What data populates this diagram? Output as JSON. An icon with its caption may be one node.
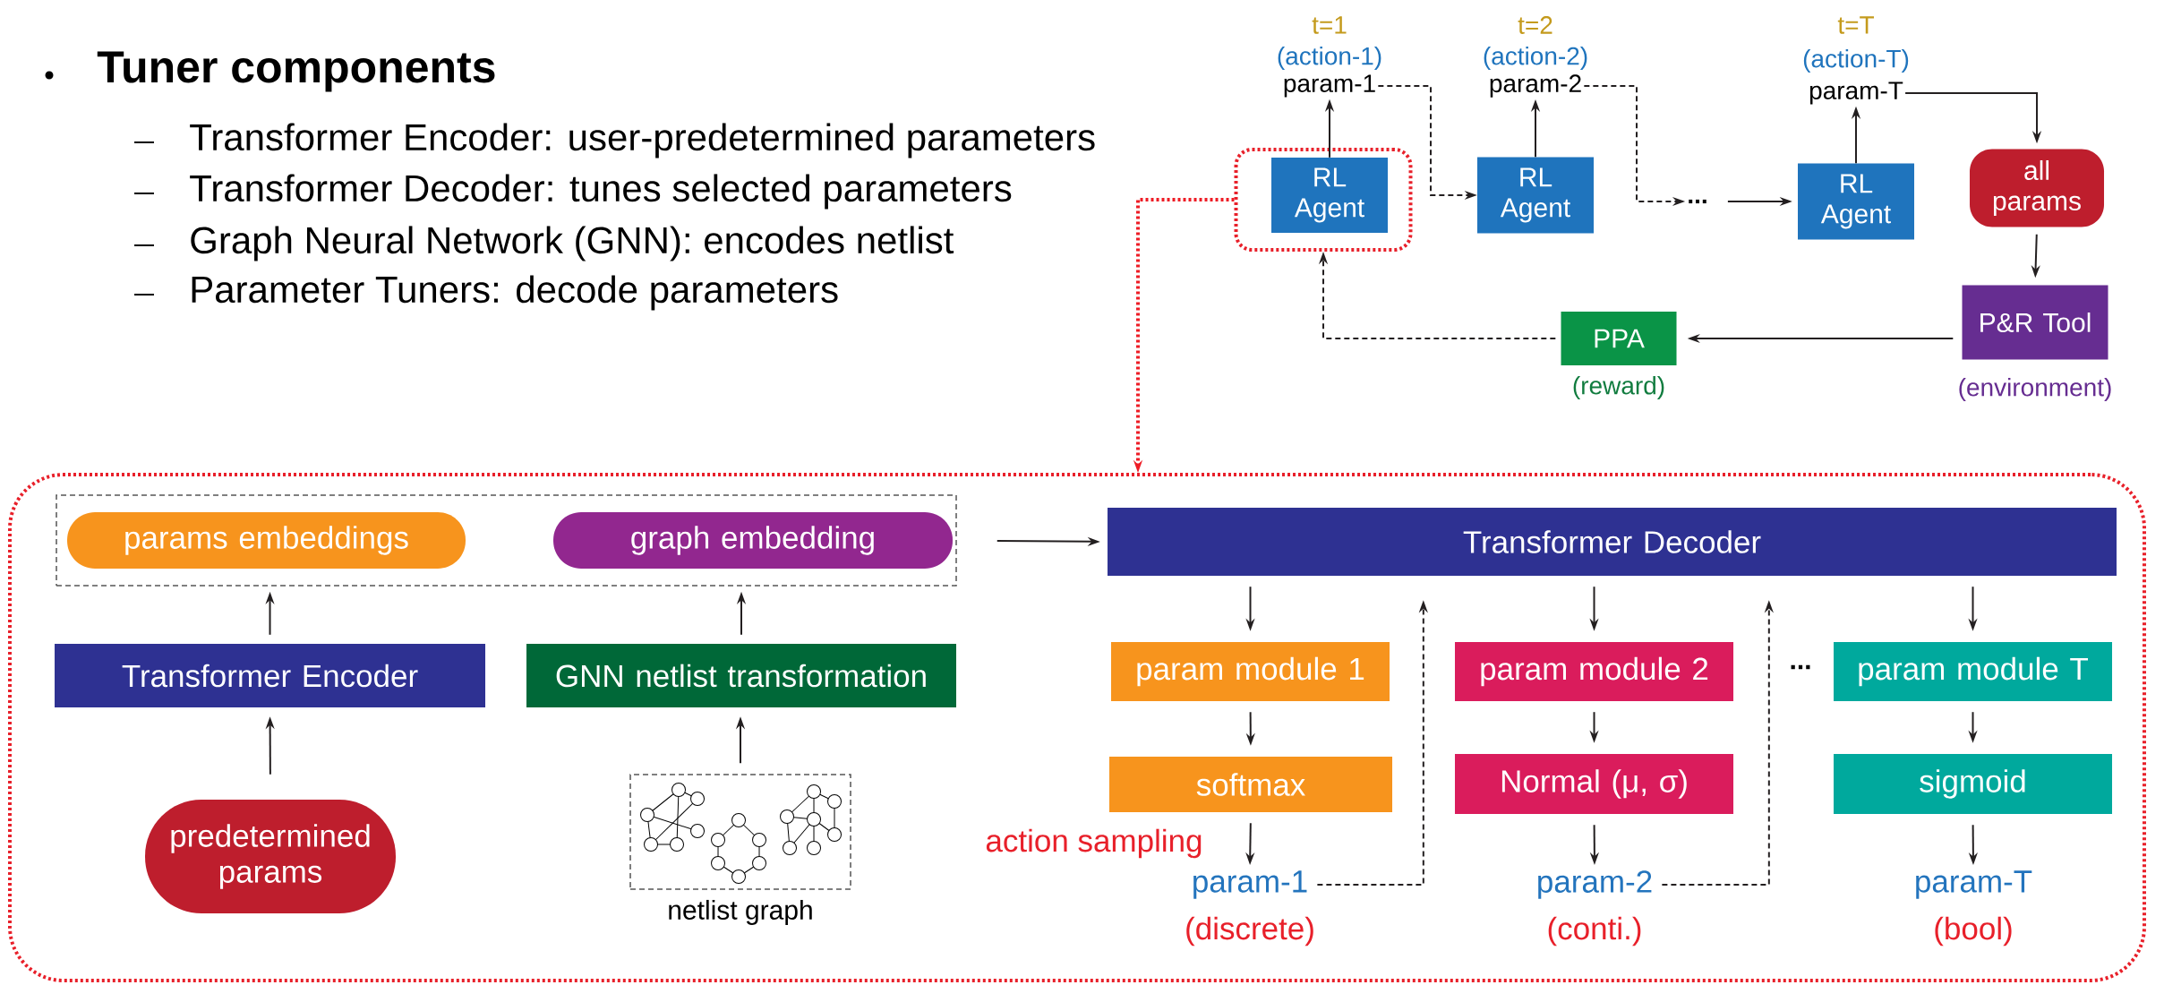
{
  "diagram": {
    "title": "Tuner components",
    "nodes": [
      {
        "text": [
          "param-1"
        ],
        "beside": [
          "t=1",
          "(action-1)"
        ]
      },
      {
        "text": [
          "param-2"
        ],
        "beside": [
          "t=2",
          "(action-2)"
        ]
      },
      {
        "text": [
          "param-T"
        ],
        "beside": [
          "t=T",
          "(action-T)"
        ]
      },
      {
        "text": [],
        "shape": "box"
      },
      {
        "text": [
          "RL Agent"
        ],
        "in": 3
      },
      {
        "text": [
          "RL Agent"
        ]
      },
      {
        "text": [
          "..."
        ]
      },
      {
        "text": [
          "RL Agent"
        ]
      },
      {
        "text": [
          "all params"
        ]
      },
      {
        "text": [
          "P&R Tool"
        ],
        "beside": [
          "(environment)"
        ]
      },
      {
        "text": [
          "PPA"
        ],
        "beside": [
          "(reward)"
        ]
      },
      {
        "text": [],
        "shape": "box"
      },
      {
        "text": [],
        "shape": "box",
        "in": 11
      },
      {
        "text": [
          "params embeddings"
        ],
        "in": 12
      },
      {
        "text": [
          "graph embedding"
        ],
        "in": 12
      },
      {
        "text": [
          "Transformer Decoder"
        ],
        "in": 11
      },
      {
        "text": [
          "Transformer Encoder"
        ],
        "in": 11
      },
      {
        "text": [
          "GNN netlist transformation"
        ],
        "in": 11
      },
      {
        "text": [
          "param module 1"
        ],
        "in": 11
      },
      {
        "text": [
          "param module 2"
        ],
        "in": 11
      },
      {
        "text": [
          "param module T"
        ],
        "in": 11
      },
      {
        "text": [
          "softmax"
        ],
        "in": 11
      },
      {
        "text": [
          "Normal (μ, σ)"
        ],
        "in": 11
      },
      {
        "text": [
          "sigmoid"
        ],
        "in": 11
      },
      {
        "text": [
          "predetermined params"
        ],
        "in": 11
      },
      {
        "text": [
          "netlist graph"
        ],
        "in": 11
      },
      {
        "text": [
          "param-1"
        ],
        "beside": [
          "(discrete)"
        ],
        "in": 11
      },
      {
        "text": [
          "param-2"
        ],
        "beside": [
          "(conti.)"
        ],
        "in": 11
      },
      {
        "text": [
          "param-T"
        ],
        "beside": [
          "(bool)"
        ],
        "in": 11
      }
    ],
    "edges": [
      {
        "from": 4,
        "to": 0,
        "arrow": "to"
      },
      {
        "from": 5,
        "to": 1,
        "arrow": "to"
      },
      {
        "from": 7,
        "to": 2,
        "arrow": "to"
      },
      {
        "from": 0,
        "to": 5,
        "arrow": "to",
        "style": "dashed"
      },
      {
        "from": 1,
        "to": 6,
        "arrow": "to",
        "style": "dashed"
      },
      {
        "from": 6,
        "to": 7,
        "arrow": "to"
      },
      {
        "from": 2,
        "to": 8,
        "arrow": "to"
      },
      {
        "from": 8,
        "to": 9,
        "arrow": "to"
      },
      {
        "from": 9,
        "to": 10,
        "arrow": "to"
      },
      {
        "from": 10,
        "to": 3,
        "arrow": "to",
        "style": "dashed"
      },
      {
        "from": 3,
        "to": 11,
        "arrow": "to",
        "style": "dashed",
        "color": "#ee1c25"
      },
      {
        "from": 12,
        "to": 15,
        "arrow": "to"
      },
      {
        "from": 16,
        "to": 12,
        "arrow": "to"
      },
      {
        "from": 17,
        "to": 12,
        "arrow": "to"
      },
      {
        "from": 24,
        "to": 16,
        "arrow": "to"
      },
      {
        "from": 25,
        "to": 17,
        "arrow": "to"
      },
      {
        "from": 15,
        "to": 18,
        "arrow": "to"
      },
      {
        "from": 18,
        "to": 21,
        "arrow": "to"
      },
      {
        "from": 21,
        "to": 26,
        "arrow": "to"
      },
      {
        "from": 15,
        "to": 19,
        "arrow": "to"
      },
      {
        "from": 19,
        "to": 22,
        "arrow": "to"
      },
      {
        "from": 22,
        "to": 27,
        "arrow": "to"
      },
      {
        "from": 15,
        "to": 20,
        "arrow": "to"
      },
      {
        "from": 20,
        "to": 23,
        "arrow": "to"
      },
      {
        "from": 23,
        "to": 28,
        "arrow": "to"
      },
      {
        "from": 26,
        "to": 15,
        "arrow": "to",
        "style": "dashed"
      },
      {
        "from": 27,
        "to": 15,
        "arrow": "to",
        "style": "dashed"
      }
    ],
    "labels": [
      "Transformer Encoder: user-predetermined parameters",
      "Transformer Decoder: tunes selected parameters",
      "Graph Neural Network (GNN): encodes netlist",
      "Parameter Tuners: decode parameters",
      "...",
      "action sampling"
    ]
  }
}
